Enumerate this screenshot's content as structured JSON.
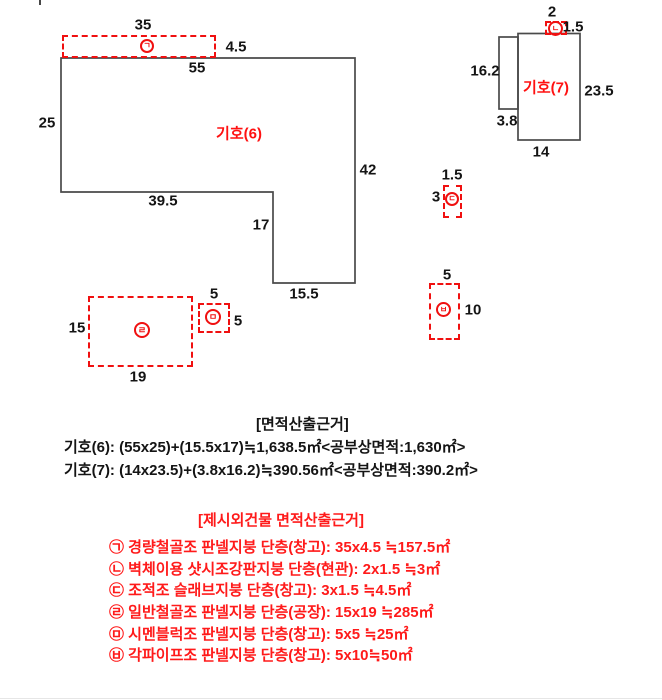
{
  "colors": {
    "accent_red": "#ff1111",
    "outline_gray": "#4a4a4a",
    "text_black": "#141414"
  },
  "diagram": {
    "shape6_label": "기호(6)",
    "shape7_label": "기호(7)",
    "dims": {
      "g6_top_35": "35",
      "g6_right_of_box_45": "4.5",
      "g6_top_55": "55",
      "g6_left_25": "25",
      "g6_right_42": "42",
      "g6_bottom_395": "39.5",
      "g6_step_17": "17",
      "g6_bottom_155": "15.5",
      "g7_top_2": "2",
      "g7_top_15": "1.5",
      "g7_left_162": "16.2",
      "g7_left_38": "3.8",
      "g7_right_235": "23.5",
      "g7_bottom_14": "14",
      "c_top_15": "1.5",
      "c_left_3": "3",
      "f_top_5": "5",
      "f_right_10": "10",
      "r_left_15": "15",
      "r_bottom_19": "19",
      "m_top_5": "5",
      "m_right_5": "5"
    },
    "badges": {
      "giyeok": {
        "symbol": "㉠",
        "letter": "ㄱ"
      },
      "nieun": {
        "symbol": "㉡",
        "letter": "ㄴ"
      },
      "digeut": {
        "symbol": "㉢",
        "letter": "ㄷ"
      },
      "rieul": {
        "symbol": "㉣",
        "letter": "ㄹ"
      },
      "mieum": {
        "symbol": "㉤",
        "letter": "ㅁ"
      },
      "bieup": {
        "symbol": "㉥",
        "letter": "ㅂ"
      }
    }
  },
  "area_basis": {
    "heading": "[면적산출근거]",
    "lines": [
      "기호(6):  (55x25)+(15.5x17)≒1,638.5㎡<공부상면적:1,630㎡>",
      "기호(7):  (14x23.5)+(3.8x16.2)≒390.56㎡<공부상면적:390.2㎡>"
    ]
  },
  "extra_buildings": {
    "heading": "[제시외건물 면적산출근거]",
    "lines": [
      "㉠ 경량철골조 판넬지붕 단층(창고): 35x4.5 ≒157.5㎡",
      "㉡ 벽체이용 샷시조강판지붕 단층(현관): 2x1.5 ≒3㎡",
      "㉢ 조적조 슬래브지붕 단층(창고): 3x1.5 ≒4.5㎡",
      "㉣ 일반철골조 판넬지붕 단층(공장): 15x19 ≒285㎡",
      "㉤ 시멘블럭조 판넬지붕 단층(창고): 5x5 ≒25㎡",
      "㉥ 각파이프조 판넬지붕 단층(창고): 5x10≒50㎡"
    ]
  }
}
